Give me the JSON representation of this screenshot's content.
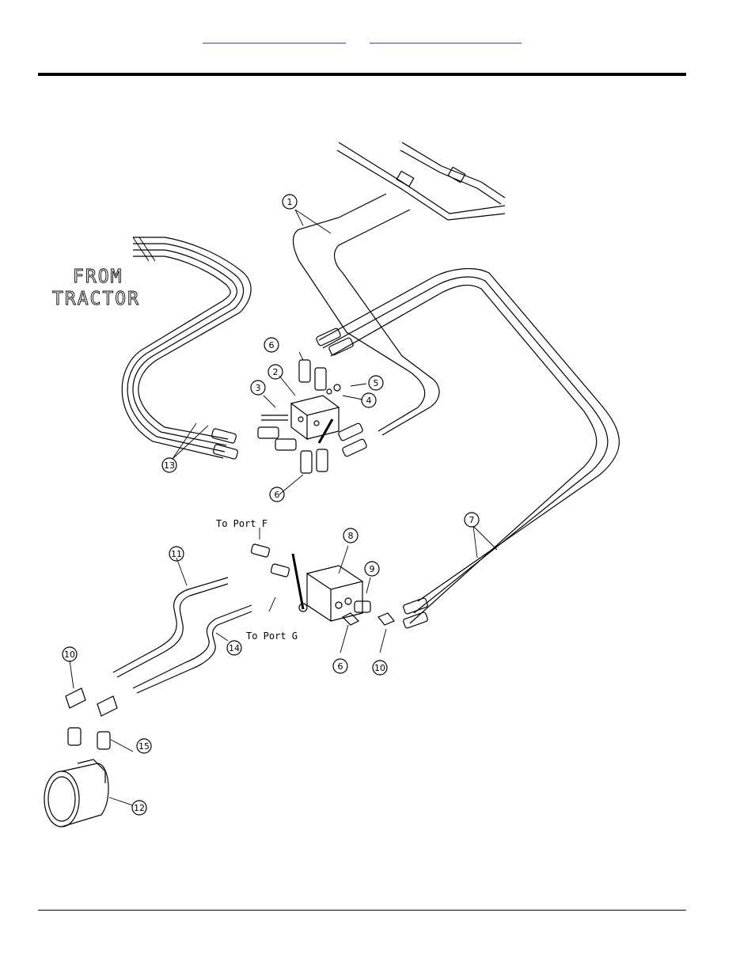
{
  "header": {
    "links": [
      "",
      ""
    ]
  },
  "diagram": {
    "callout_text": {
      "from_tractor_line1": "FROM",
      "from_tractor_line2": "TRACTOR",
      "to_port_f": "To Port F",
      "to_port_g": "To Port G"
    },
    "callouts": [
      {
        "id": "c1",
        "number": "1"
      },
      {
        "id": "c2",
        "number": "2"
      },
      {
        "id": "c3",
        "number": "3"
      },
      {
        "id": "c4",
        "number": "4"
      },
      {
        "id": "c5",
        "number": "5"
      },
      {
        "id": "c6a",
        "number": "6"
      },
      {
        "id": "c6b",
        "number": "6"
      },
      {
        "id": "c6c",
        "number": "6"
      },
      {
        "id": "c7",
        "number": "7"
      },
      {
        "id": "c8",
        "number": "8"
      },
      {
        "id": "c9",
        "number": "9"
      },
      {
        "id": "c10a",
        "number": "10"
      },
      {
        "id": "c10b",
        "number": "10"
      },
      {
        "id": "c11",
        "number": "11"
      },
      {
        "id": "c12",
        "number": "12"
      },
      {
        "id": "c13",
        "number": "13"
      },
      {
        "id": "c14",
        "number": "14"
      },
      {
        "id": "c15",
        "number": "15"
      }
    ]
  },
  "colors": {
    "link": "#3a3ae0",
    "line": "#000000"
  }
}
